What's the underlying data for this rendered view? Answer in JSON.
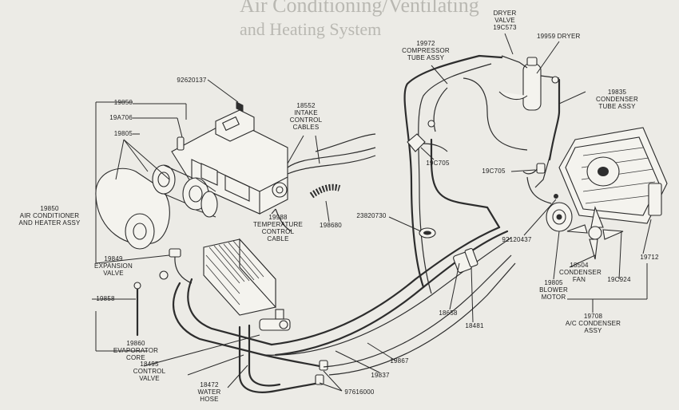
{
  "page": {
    "background_heading_1": "Air Conditioning/Ventilating",
    "background_heading_2": "and Heating System"
  },
  "labels": {
    "dryer_valve": "DRYER\nVALVE\n19C573",
    "dryer": "19959 DRYER",
    "compressor_tube": "19972\nCOMPRESSOR\nTUBE ASSY",
    "condenser_tube": "19835\nCONDENSER\nTUBE ASSY",
    "p92620137": "92620137",
    "p19850_top": "19850",
    "p19a706": "19A706",
    "p19805_left": "19805",
    "intake_control": "18552\nINTAKE\nCONTROL\nCABLES",
    "p19c705_a": "19C705",
    "p19c705_b": "19C705",
    "air_conditioner": "19850\nAIR CONDITIONER\nAND HEATER ASSY",
    "temperature_control": "19988\nTEMPERATURE\nCONTROL\nCABLE",
    "p198680": "198680",
    "p23820730": "23820730",
    "p92120437": "92120437",
    "expansion_valve": "19849\nEXPANSION\nVALVE",
    "p19858": "19858",
    "condenser_fan": "18504\nCONDENSER\nFAN",
    "blower_motor": "19805\nBLOWER\nMOTOR",
    "p19c924": "19C924",
    "p19712": "19712",
    "p18658": "18658",
    "p18481": "18481",
    "ac_condenser": "19708\nA/C CONDENSER\nASSY",
    "evaporator_core": "19860\nEVAPORATOR\nCORE",
    "p19867": "19867",
    "control_valve": "18495\nCONTROL\nVALVE",
    "p19837": "19837",
    "water_hose": "18472\nWATER\nHOSE",
    "p97616000": "97616000"
  }
}
